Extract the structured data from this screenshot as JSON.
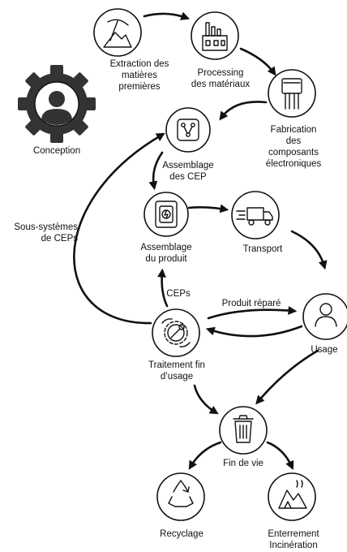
{
  "nodes": {
    "extraction": {
      "label": "Extraction des\nmatières\npremières"
    },
    "processing": {
      "label": "Processing\ndes matériaux"
    },
    "fabrication": {
      "label": "Fabrication\ndes\ncomposants\nélectroniques"
    },
    "conception": {
      "label": "Conception"
    },
    "assemblage_cep": {
      "label": "Assemblage\ndes CEP"
    },
    "assemblage_produit": {
      "label": "Assemblage\ndu produit"
    },
    "transport": {
      "label": "Transport"
    },
    "usage": {
      "label": "Usage"
    },
    "traitement": {
      "label": "Traitement fin\nd’usage"
    },
    "fin_de_vie": {
      "label": "Fin de vie"
    },
    "recyclage": {
      "label": "Recyclage"
    },
    "enterrement": {
      "label": "Enterrement\nIncinération"
    }
  },
  "edge_labels": {
    "sous_systemes": "Sous-systèmes\nde CEPs",
    "ceps": "CEPs",
    "produit_repare": "Produit réparé"
  },
  "icons": {
    "extraction": "pickaxe-mountain-icon",
    "processing": "factory-icon",
    "fabrication": "chip-icon",
    "conception": "gear-person-icon",
    "assemblage_cep": "circuit-icon",
    "assemblage_produit": "battery-device-icon",
    "transport": "truck-icon",
    "usage": "user-icon",
    "traitement": "gear-wrench-icon",
    "fin_de_vie": "trash-icon",
    "recyclage": "recycle-icon",
    "enterrement": "burial-icon"
  },
  "colors": {
    "stroke": "#111111",
    "gear": "#333333",
    "background": "#ffffff"
  }
}
